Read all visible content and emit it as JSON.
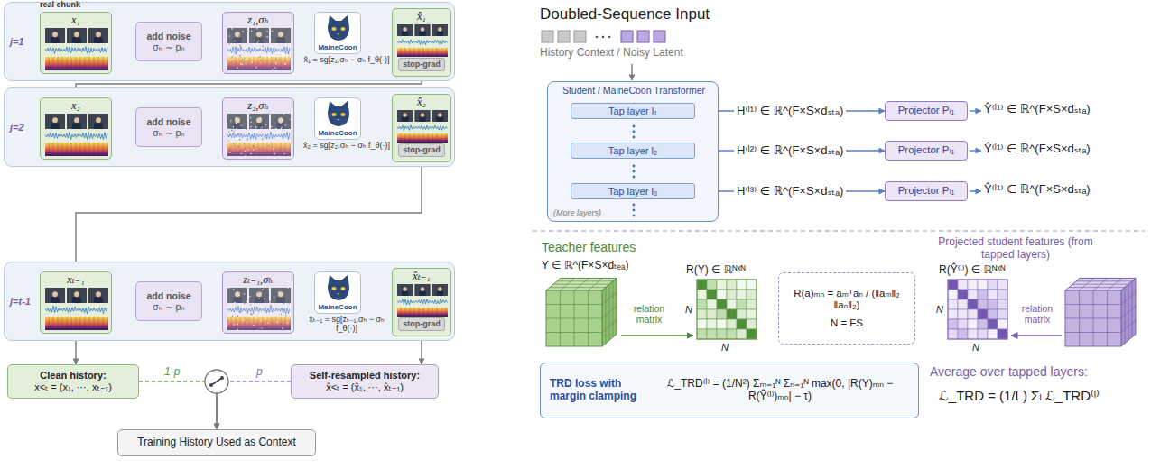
{
  "diagram": {
    "nodes": [
      {
        "text": [
          "j=1"
        ]
      },
      {
        "text": [
          "x₁"
        ],
        "in": 0
      },
      {
        "text": [
          "add noise",
          "σₕ ∼ pₕ"
        ],
        "in": 0
      },
      {
        "text": [
          "z₁,σₕ"
        ],
        "in": 0
      },
      {
        "text": [
          "MaineCoon"
        ],
        "in": 0
      },
      {
        "text": [
          "x̂₁"
        ],
        "in": 0
      },
      {
        "text": [
          "stop-grad"
        ],
        "in": 5
      },
      {
        "text": [
          "j=2"
        ]
      },
      {
        "text": [
          "x₂"
        ],
        "in": 7
      },
      {
        "text": [
          "add noise",
          "σₕ ∼ pₕ"
        ],
        "in": 7
      },
      {
        "text": [
          "z₂,σₕ"
        ],
        "in": 7
      },
      {
        "text": [
          "MaineCoon"
        ],
        "in": 7
      },
      {
        "text": [
          "x̂₂"
        ],
        "in": 7
      },
      {
        "text": [
          "stop-grad"
        ],
        "in": 12
      },
      {
        "text": [
          "j=t-1"
        ]
      },
      {
        "text": [
          "xₜ₋₁"
        ],
        "in": 14
      },
      {
        "text": [
          "add noise",
          "σₕ ∼ pₕ"
        ],
        "in": 14
      },
      {
        "text": [
          "zₜ₋₁,σₕ"
        ],
        "in": 14
      },
      {
        "text": [
          "MaineCoon"
        ],
        "in": 14
      },
      {
        "text": [
          "x̂ₜ₋₁"
        ],
        "in": 14
      },
      {
        "text": [
          "stop-grad"
        ],
        "in": 19
      },
      {
        "text": [
          "Clean history:",
          "x<ₜ = (x₁, ⋯, xₜ₋₁)"
        ]
      },
      {
        "text": [
          "Self-resampled history:",
          "x̂<ₜ = (x̂₁, ⋯, x̂ₜ₋₁)"
        ]
      },
      {
        "text": [
          "Training History Used as Context"
        ]
      },
      {
        "text": [
          "Student / MaineCoon Transformer",
          "(More layers)"
        ]
      },
      {
        "text": [
          "Tap layer l₁"
        ],
        "in": 24
      },
      {
        "text": [
          "Tap layer l₂"
        ],
        "in": 24
      },
      {
        "text": [
          "Tap layer l₃"
        ],
        "in": 24
      },
      {
        "text": [
          "Projector Pₗ₁"
        ]
      },
      {
        "text": [
          "Projector Pₗ₁"
        ]
      },
      {
        "text": [
          "Projector Pₗ₁"
        ]
      },
      {
        "text": [
          "R(a)ₘₙ = aₘᵀaₙ / (‖aₘ‖₂ ‖aₙ‖₂)",
          "N = FS"
        ]
      },
      {
        "text": [
          "TRD loss with margin clamping",
          "ℒ_TRD⁽ˡ⁾ = (1/N²) Σₘ₌₁ᴺ Σₙ₌₁ᴺ max(0, |R(Y)ₘₙ − R(Ŷ⁽ˡ⁾)ₘₙ| − τ)"
        ]
      }
    ],
    "edges": [
      {
        "from": 1,
        "to": 2,
        "arrow": "to"
      },
      {
        "from": 2,
        "to": 3,
        "arrow": "to"
      },
      {
        "from": 3,
        "to": 4,
        "arrow": "to"
      },
      {
        "from": 4,
        "to": 5,
        "arrow": "to"
      },
      {
        "from": 8,
        "to": 9,
        "arrow": "to"
      },
      {
        "from": 9,
        "to": 10,
        "arrow": "to"
      },
      {
        "from": 10,
        "to": 11,
        "arrow": "to"
      },
      {
        "from": 11,
        "to": 12,
        "arrow": "to"
      },
      {
        "from": 15,
        "to": 16,
        "arrow": "to"
      },
      {
        "from": 16,
        "to": 17,
        "arrow": "to"
      },
      {
        "from": 17,
        "to": 18,
        "arrow": "to"
      },
      {
        "from": 18,
        "to": 19,
        "arrow": "to"
      },
      {
        "from": 6,
        "to": 8,
        "arrow": "to"
      },
      {
        "from": 13,
        "to": 15,
        "arrow": "to"
      },
      {
        "from": 15,
        "to": 21,
        "arrow": "to"
      },
      {
        "from": 20,
        "to": 22,
        "arrow": "to"
      },
      {
        "from": 21,
        "to": 23,
        "label": "1-p",
        "arrow": "to"
      },
      {
        "from": 22,
        "to": 23,
        "label": "p",
        "arrow": "to"
      },
      {
        "from": 25,
        "to": 28,
        "label": "H⁽ˡ¹⁾ ∈ ℝ^(F×S×dₛₜₐ)",
        "arrow": "to"
      },
      {
        "from": 26,
        "to": 29,
        "label": "H⁽ˡ²⁾ ∈ ℝ^(F×S×dₛₜₐ)",
        "arrow": "to"
      },
      {
        "from": 27,
        "to": 30,
        "label": "H⁽ˡ³⁾ ∈ ℝ^(F×S×dₛₜₐ)",
        "arrow": "to"
      }
    ],
    "labels": [
      "real chunk",
      "x̂₁ = sg[z₁,σₕ − σₕ f_θ(·)]",
      "x̂₂ = sg[z₂,σₕ − σₕ f_θ(·)]",
      "x̂ₜ₋₁ = sg[zₜ₋₁,σₕ − σₕ f_θ(·)]",
      "Doubled-Sequence Input",
      "History Context / Noisy Latent",
      "Ŷ⁽ˡ¹⁾ ∈ ℝ^(F×S×dₛₜₐ)",
      "Ŷ⁽ˡ¹⁾ ∈ ℝ^(F×S×dₛₜₐ)",
      "Ŷ⁽ˡ¹⁾ ∈ ℝ^(F×S×dₛₜₐ)",
      "Teacher features",
      "Y ∈ ℝ^(F×S×dₜₑₐ)",
      "relation matrix",
      "R(Y) ∈ ℝᴺˣᴺ",
      "N",
      "N",
      "Projected student features (from tapped layers)",
      "R(Ŷ⁽ˡ⁾) ∈ ℝᴺˣᴺ",
      "N",
      "N",
      "relation matrix",
      "Average over tapped layers:",
      "ℒ_TRD = (1/L) Σₗ ℒ_TRD⁽ˡ⁾"
    ]
  }
}
